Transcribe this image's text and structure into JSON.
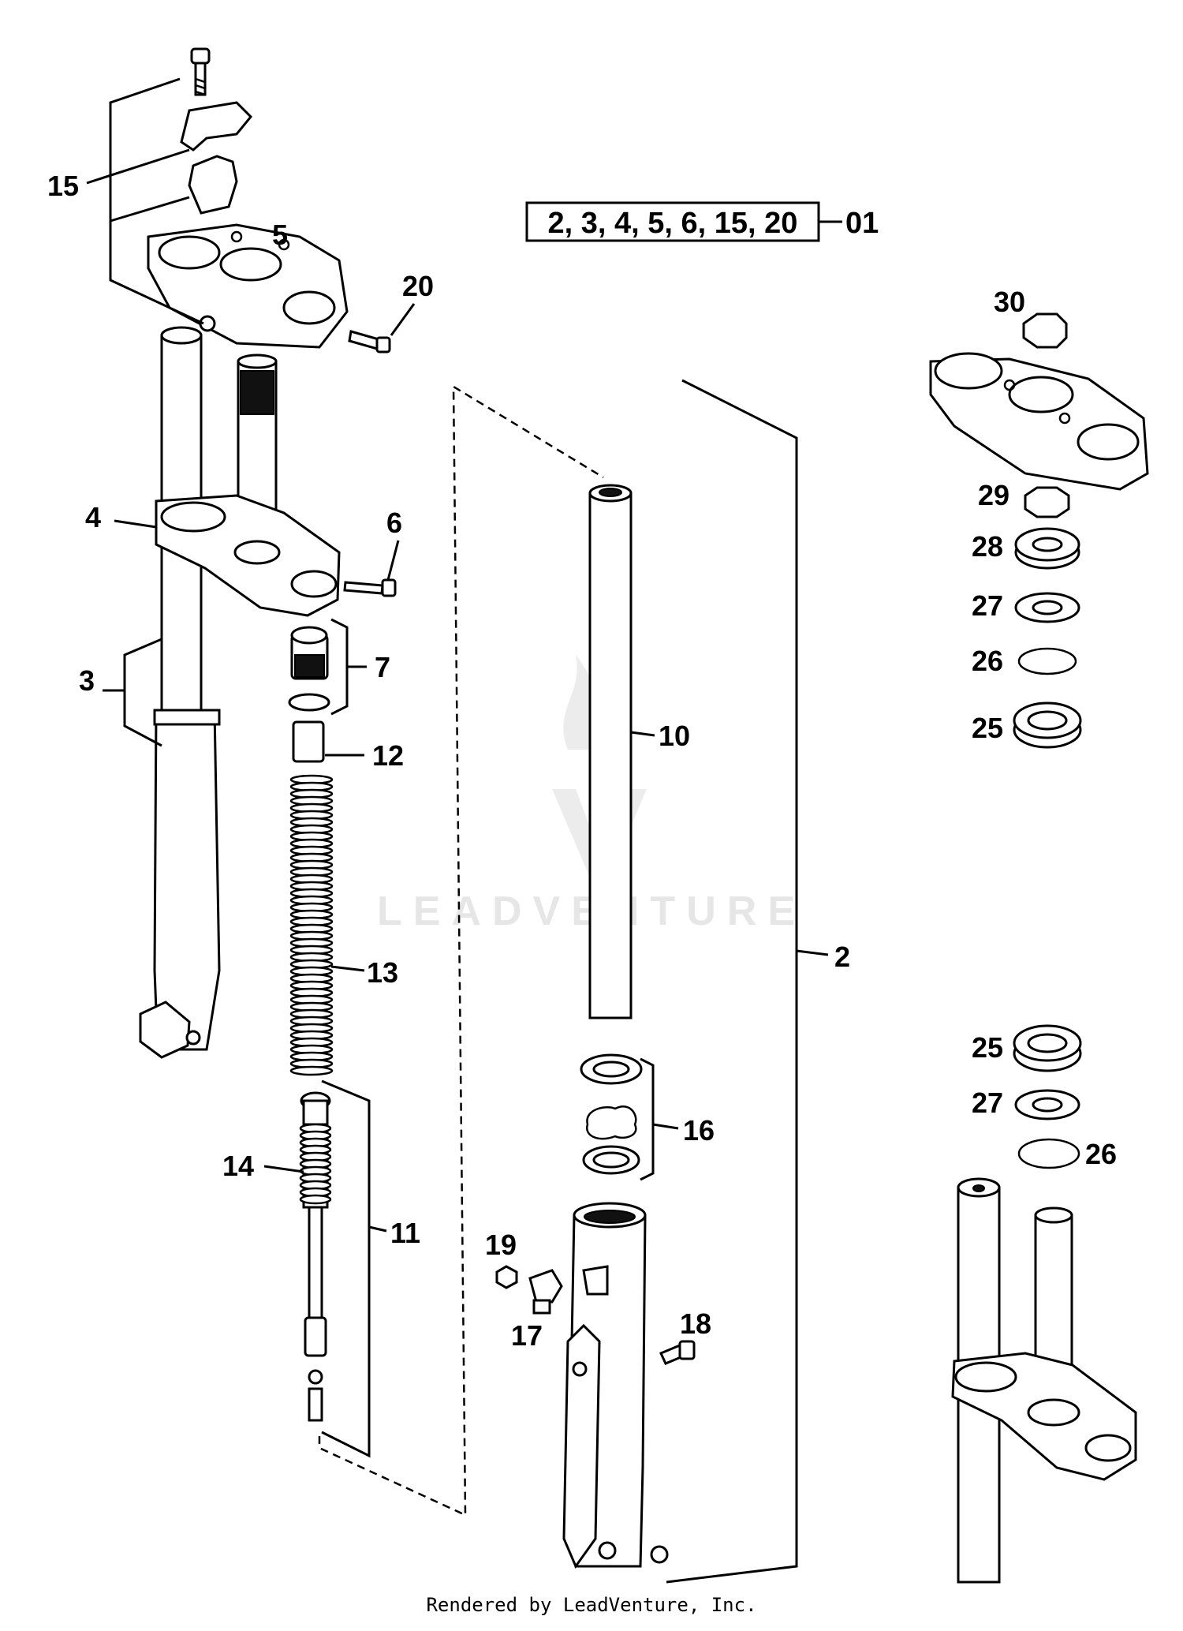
{
  "watermark": "LEADVENTURE",
  "footer": "Rendered by LeadVenture, Inc.",
  "kit_box": {
    "parts": "2, 3, 4, 5, 6, 15, 20",
    "kit_number": "01"
  },
  "callouts": {
    "c2": "2",
    "c3": "3",
    "c4": "4",
    "c5": "5",
    "c6": "6",
    "c7": "7",
    "c10": "10",
    "c11": "11",
    "c12": "12",
    "c13": "13",
    "c14": "14",
    "c15": "15",
    "c16": "16",
    "c17": "17",
    "c18": "18",
    "c19": "19",
    "c20": "20",
    "c25a": "25",
    "c25b": "25",
    "c26a": "26",
    "c26b": "26",
    "c27a": "27",
    "c27b": "27",
    "c28": "28",
    "c29": "29",
    "c30": "30"
  }
}
